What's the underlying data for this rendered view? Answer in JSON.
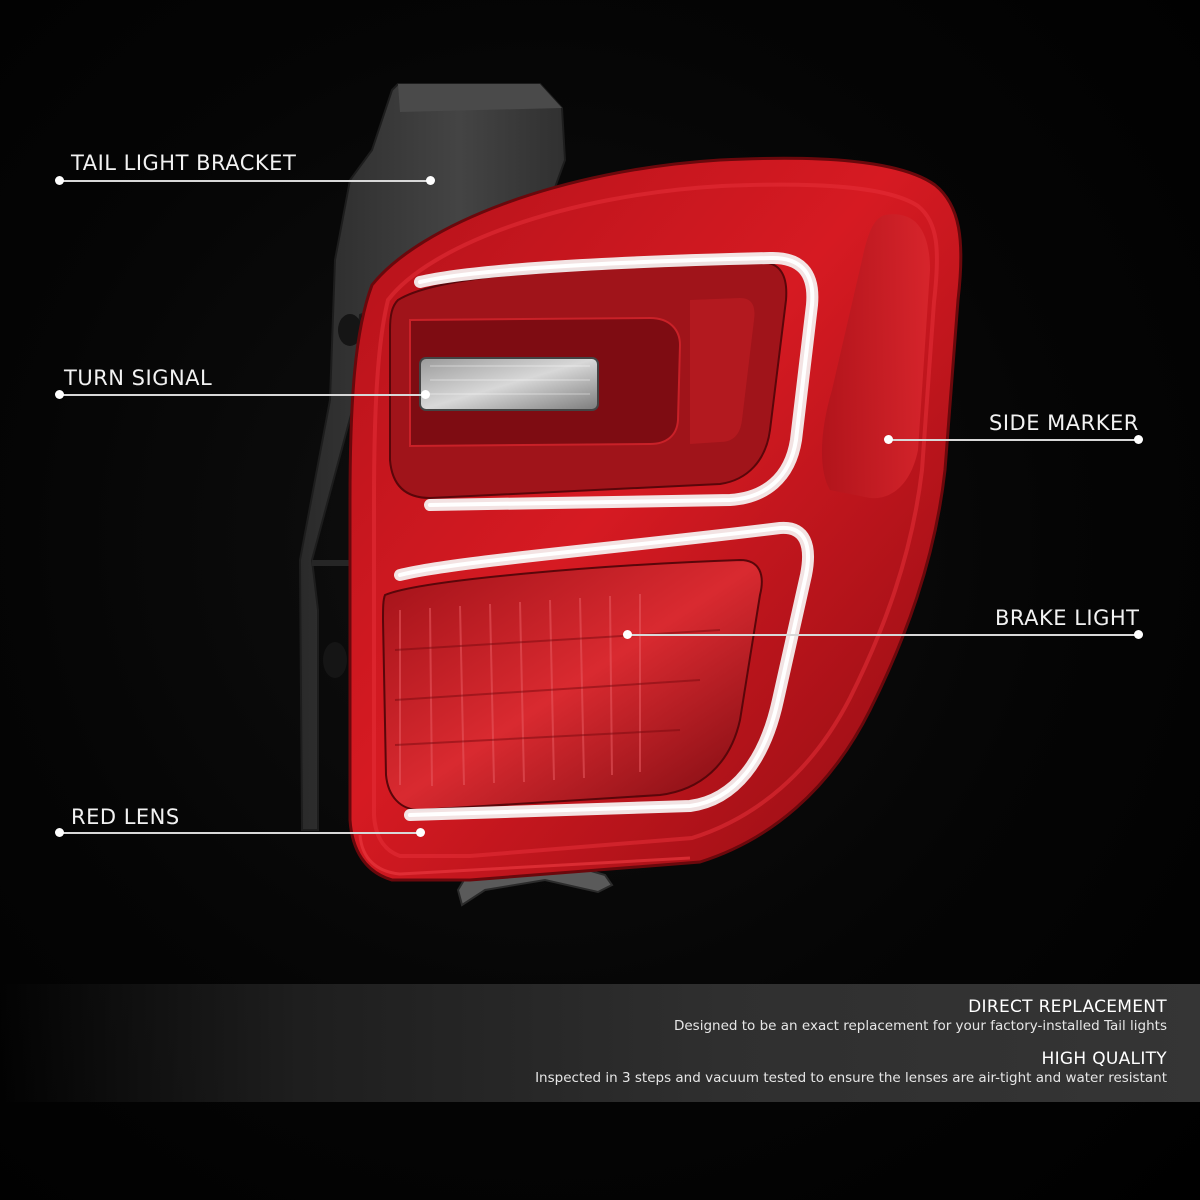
{
  "callouts": {
    "bracket": "TAIL LIGHT BRACKET",
    "turn_signal": "TURN SIGNAL",
    "side_marker": "SIDE MARKER",
    "brake_light": "BRAKE LIGHT",
    "red_lens": "RED LENS"
  },
  "features": [
    {
      "title": "DIRECT REPLACEMENT",
      "description": "Designed to be an exact replacement for your factory-installed Tail lights"
    },
    {
      "title": "HIGH QUALITY",
      "description": "Inspected in 3 steps and vacuum tested to ensure the lenses are air-tight and water resistant"
    }
  ],
  "colors": {
    "background": "#000000",
    "lens_red": "#c8161d",
    "lens_dark_red": "#8e0c12",
    "bracket_gray": "#3a3a3a",
    "callout_line": "#d8d8d8"
  }
}
